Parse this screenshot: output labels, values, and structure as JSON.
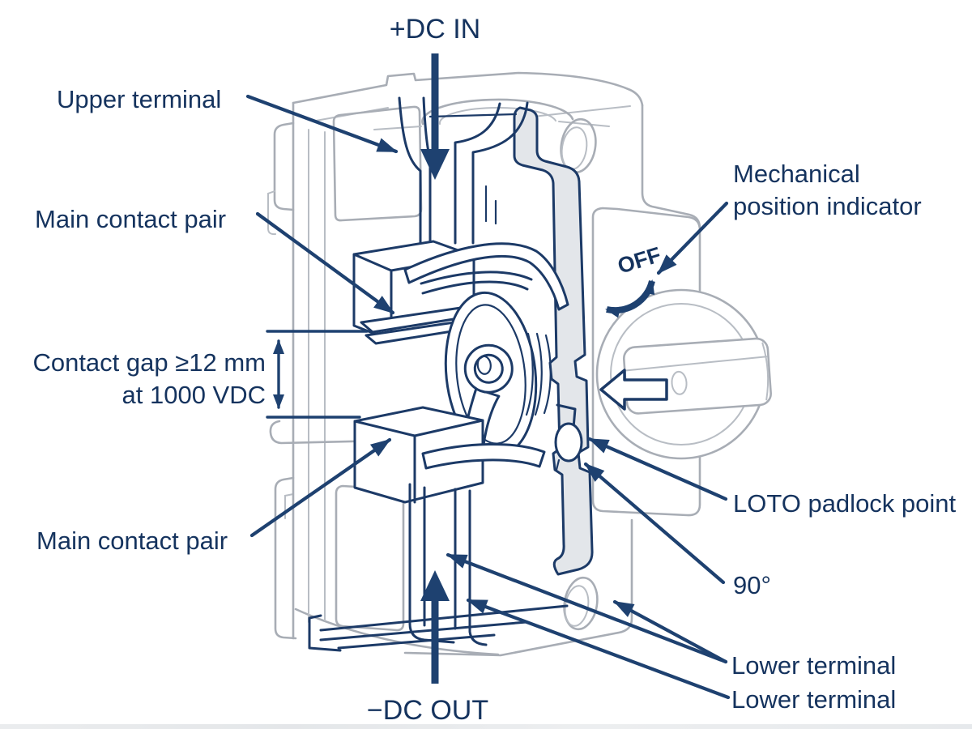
{
  "diagram": {
    "labels": {
      "dc_in": "+DC IN",
      "upper_terminal": "Upper terminal",
      "main_contact_pair_upper": "Main contact pair",
      "contact_gap_line1": "Contact gap ≥12 mm",
      "contact_gap_line2": "at 1000 VDC",
      "main_contact_pair_lower": "Main contact pair",
      "dc_out": "−DC OUT",
      "mech_line1": "Mechanical",
      "mech_line2": "position indicator",
      "off": "OFF",
      "loto": "LOTO padlock point",
      "deg90": "90°",
      "lower_terminal_1": "Lower terminal",
      "lower_terminal_2": "Lower terminal"
    },
    "colors": {
      "label_text": "#15335e",
      "annotation_line": "#1e4170",
      "cutaway_line": "#1c3a67",
      "housing_outline": "#a8adb5",
      "cut_surface_fill": "#e3e6ea",
      "background": "#ffffff"
    }
  }
}
